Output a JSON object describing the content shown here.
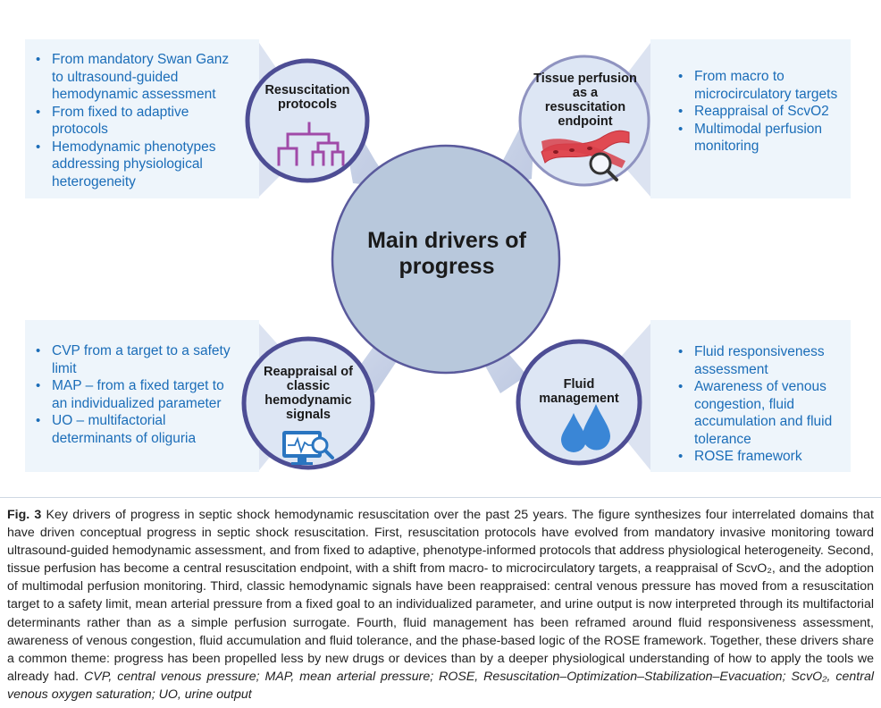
{
  "figure": {
    "center_title": "Main drivers of progress",
    "nodes": [
      {
        "label": "Resuscitation protocols",
        "icon": "tree-diagram-icon"
      },
      {
        "label": "Tissue perfusion as a resuscitation endpoint",
        "icon": "blood-vessel-magnifier-icon"
      },
      {
        "label": "Reappraisal of classic hemodynamic signals",
        "icon": "monitor-magnifier-icon"
      },
      {
        "label": "Fluid management",
        "icon": "droplets-icon"
      }
    ],
    "panels": {
      "top_left": [
        "From mandatory Swan Ganz to ultrasound-guided hemodynamic assessment",
        "From fixed to adaptive protocols",
        "Hemodynamic phenotypes addressing physiological heterogeneity"
      ],
      "top_right": [
        "From macro to microcirculatory targets",
        "Reappraisal of ScvO2",
        "Multimodal perfusion monitoring"
      ],
      "bottom_left": [
        "CVP from a target to a safety limit",
        "MAP – from a fixed target to an individualized parameter",
        "UO – multifactorial determinants of oliguria"
      ],
      "bottom_right": [
        "Fluid responsiveness assessment",
        "Awareness of venous congestion, fluid accumulation and fluid tolerance",
        "ROSE framework"
      ]
    },
    "colors": {
      "center_fill": "#b8c8dc",
      "ring_border": "#5a5a9c",
      "node_fill": "#dde6f4",
      "panel_fill": "#eef5fb",
      "bullet_text": "#1b6db8",
      "tree_icon": "#a04aa8",
      "drop_icon": "#3a86d6",
      "monitor_icon": "#2a75c0",
      "vessel_icon": "#e04a52"
    }
  },
  "caption": {
    "label": "Fig. 3",
    "title": "Key drivers of progress in septic shock hemodynamic resuscitation over the past 25 years.",
    "body": "The figure synthesizes four interrelated domains that have driven conceptual progress in septic shock resuscitation. First, resuscitation protocols have evolved from mandatory invasive monitoring toward ultrasound-guided hemodynamic assessment, and from fixed to adaptive, phenotype-informed protocols that address physiological heterogeneity. Second, tissue perfusion has become a central resuscitation endpoint, with a shift from macro- to microcirculatory targets, a reappraisal of ScvO₂, and the adoption of multimodal perfusion monitoring. Third, classic hemodynamic signals have been reappraised: central venous pressure has moved from a resuscitation target to a safety limit, mean arterial pressure from a fixed goal to an individualized parameter, and urine output is now interpreted through its multifactorial determinants rather than as a simple perfusion surrogate. Fourth, fluid management has been reframed around fluid responsiveness assessment, awareness of venous congestion, fluid accumulation and fluid tolerance, and the phase-based logic of the ROSE framework. Together, these drivers share a common theme: progress has been propelled less by new drugs or devices than by a deeper physiological understanding of how to apply the tools we already had.",
    "abbreviations": "CVP, central venous pressure; MAP, mean arterial pressure; ROSE, Resuscitation–Optimization–Stabilization–Evacuation; ScvO₂, central venous oxygen saturation; UO, urine output"
  }
}
